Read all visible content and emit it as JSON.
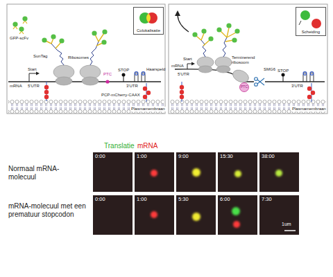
{
  "diagram": {
    "nodes": [
      {
        "text": [
          "Colokalisatie"
        ]
      },
      {
        "text": [
          "Scheiding"
        ]
      },
      {
        "text": [
          "0:00"
        ]
      },
      {
        "text": [
          "1:00"
        ]
      },
      {
        "text": [
          "9:00"
        ]
      },
      {
        "text": [
          "15:30"
        ]
      },
      {
        "text": [
          "38:00"
        ]
      },
      {
        "text": [
          "0:00"
        ]
      },
      {
        "text": [
          "1:00"
        ]
      },
      {
        "text": [
          "5:30"
        ]
      },
      {
        "text": [
          "6:00"
        ]
      },
      {
        "text": [
          "7:30"
        ]
      }
    ],
    "labels": [
      "GFP-scFv",
      "SunTag",
      "Start",
      "mRNA",
      "5'UTR",
      "Ribosomes",
      "PTC",
      "STOP",
      "3'UTR",
      "Haarspeld",
      "PCP-mCherry-CAAX",
      "Plasmamembraan",
      "mRNA",
      "Start",
      "5'UTR",
      "Terminerend ribosoom",
      "PTC",
      "SMG6",
      "STOP",
      "3'UTR",
      "Plasmamembraan",
      "Translatie",
      "mRNA",
      "Normaal mRNA-molecuul",
      "mRNA-molecuul met een prematuur stopcodon",
      "1um"
    ]
  }
}
